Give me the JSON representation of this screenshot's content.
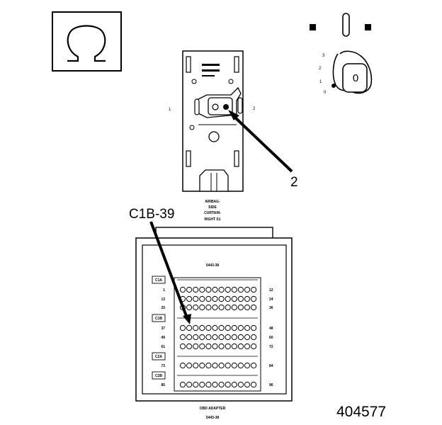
{
  "symbol": {
    "icon": "ohm-icon",
    "glyph": "Ω"
  },
  "ignition": {
    "positions": [
      "3",
      "2",
      "1",
      "0"
    ],
    "key_label": "0"
  },
  "airbag_connector": {
    "pin_left": "1",
    "pin_right": "2",
    "caption_lines": [
      "AIRBAG-",
      "SIDE",
      "CURTAIN-",
      "RIGHT S1"
    ]
  },
  "callouts": {
    "item_2": "2",
    "pin_ref": "C1B-39"
  },
  "obd_adapter": {
    "part_number": "5443-38",
    "rows": [
      {
        "tag": "C1A",
        "left": "",
        "right": ""
      },
      {
        "tag": "",
        "left": "1",
        "right": "12"
      },
      {
        "tag": "",
        "left": "13",
        "right": "24"
      },
      {
        "tag": "",
        "left": "25",
        "right": "36"
      },
      {
        "tag": "C1B",
        "left": "",
        "right": ""
      },
      {
        "tag": "",
        "left": "37",
        "right": "48"
      },
      {
        "tag": "",
        "left": "49",
        "right": "60"
      },
      {
        "tag": "",
        "left": "61",
        "right": "72"
      },
      {
        "tag": "C2A",
        "left": "",
        "right": ""
      },
      {
        "tag": "",
        "left": "73",
        "right": "84"
      },
      {
        "tag": "C2B",
        "left": "",
        "right": ""
      },
      {
        "tag": "",
        "left": "85",
        "right": "96"
      }
    ],
    "caption_lines": [
      "OBD ADAPTER",
      "5443-38"
    ]
  },
  "figure_number": "404577"
}
